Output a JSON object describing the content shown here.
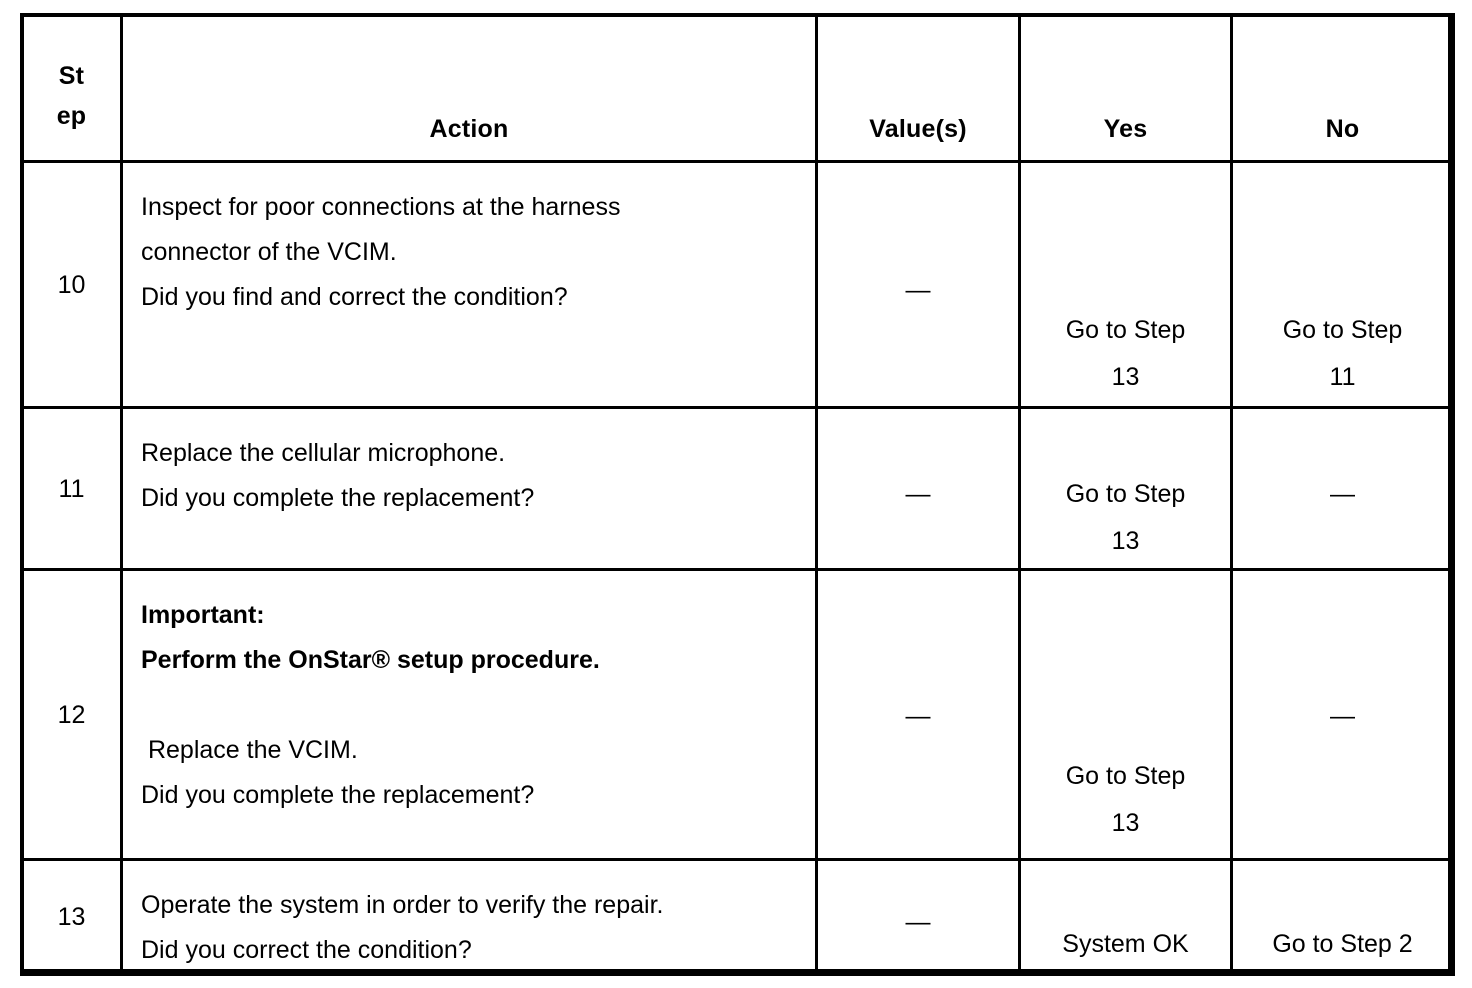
{
  "document": {
    "type": "diagnostic-step-table",
    "title": "Diagnostic Step Table"
  },
  "table": {
    "headers": {
      "step_line1": "St",
      "step_line2": "ep",
      "action": "Action",
      "values": "Value(s)",
      "yes": "Yes",
      "no": "No"
    },
    "rows": [
      {
        "step": "10",
        "action_lines": [
          {
            "text": "Inspect for poor connections at the harness",
            "bold": false
          },
          {
            "text": "connector of the VCIM.",
            "bold": false
          },
          {
            "text": "Did you find and correct the condition?",
            "bold": false
          }
        ],
        "value": "—",
        "yes_line1": "Go to Step",
        "yes_line2": "13",
        "no_line1": "Go to Step",
        "no_line2": "11"
      },
      {
        "step": "11",
        "action_lines": [
          {
            "text": "Replace the cellular microphone.",
            "bold": false
          },
          {
            "text": "Did you complete the replacement?",
            "bold": false
          }
        ],
        "value": "—",
        "yes_line1": "Go to Step",
        "yes_line2": "13",
        "no_line1": "—",
        "no_line2": ""
      },
      {
        "step": "12",
        "action_lines": [
          {
            "text": "Important:",
            "bold": true
          },
          {
            "text": "Perform the OnStar® setup procedure.",
            "bold": true
          },
          {
            "text": "",
            "bold": false
          },
          {
            "text": " Replace the VCIM.",
            "bold": false
          },
          {
            "text": "Did you complete the replacement?",
            "bold": false
          }
        ],
        "value": "—",
        "yes_line1": "Go to Step",
        "yes_line2": "13",
        "no_line1": "—",
        "no_line2": ""
      },
      {
        "step": "13",
        "action_lines": [
          {
            "text": "Operate the system in order to verify the repair.",
            "bold": false
          },
          {
            "text": "Did you correct the condition?",
            "bold": false
          }
        ],
        "value": "—",
        "yes_line1": "System OK",
        "yes_line2": "",
        "no_line1": "Go to Step 2",
        "no_line2": ""
      }
    ]
  },
  "colors": {
    "background": "#ffffff",
    "text": "#000000",
    "border": "#000000"
  }
}
